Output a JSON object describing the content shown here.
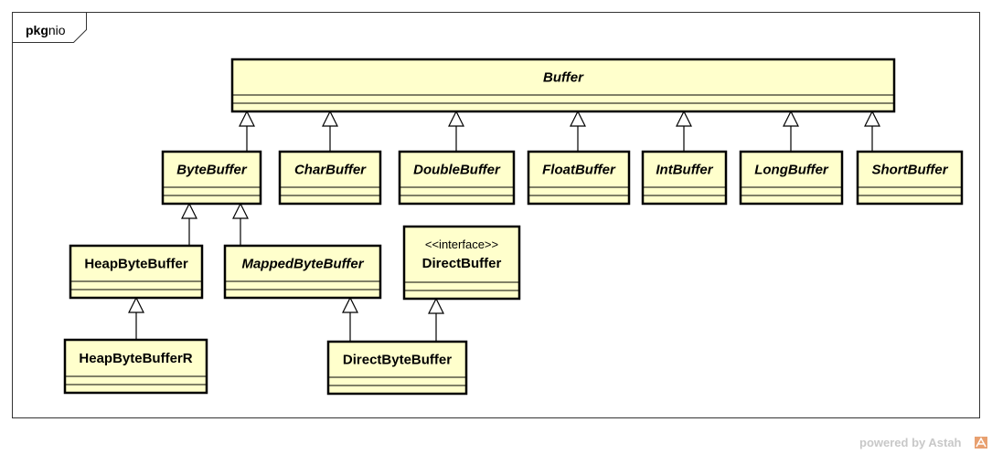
{
  "package": {
    "keyword": "pkg",
    "name": "nio"
  },
  "classes": [
    {
      "id": "Buffer",
      "name": "Buffer",
      "abstract": true
    },
    {
      "id": "ByteBuffer",
      "name": "ByteBuffer",
      "abstract": true
    },
    {
      "id": "CharBuffer",
      "name": "CharBuffer",
      "abstract": true
    },
    {
      "id": "DoubleBuffer",
      "name": "DoubleBuffer",
      "abstract": true
    },
    {
      "id": "FloatBuffer",
      "name": "FloatBuffer",
      "abstract": true
    },
    {
      "id": "IntBuffer",
      "name": "IntBuffer",
      "abstract": true
    },
    {
      "id": "LongBuffer",
      "name": "LongBuffer",
      "abstract": true
    },
    {
      "id": "ShortBuffer",
      "name": "ShortBuffer",
      "abstract": true
    },
    {
      "id": "HeapByteBuffer",
      "name": "HeapByteBuffer",
      "abstract": false
    },
    {
      "id": "MappedByteBuffer",
      "name": "MappedByteBuffer",
      "abstract": true
    },
    {
      "id": "DirectBuffer",
      "name": "DirectBuffer",
      "abstract": false,
      "stereotype": "<<interface>>"
    },
    {
      "id": "HeapByteBufferR",
      "name": "HeapByteBufferR",
      "abstract": false
    },
    {
      "id": "DirectByteBuffer",
      "name": "DirectByteBuffer",
      "abstract": false
    }
  ],
  "generalizations": [
    {
      "from": "ByteBuffer",
      "to": "Buffer"
    },
    {
      "from": "CharBuffer",
      "to": "Buffer"
    },
    {
      "from": "DoubleBuffer",
      "to": "Buffer"
    },
    {
      "from": "FloatBuffer",
      "to": "Buffer"
    },
    {
      "from": "IntBuffer",
      "to": "Buffer"
    },
    {
      "from": "LongBuffer",
      "to": "Buffer"
    },
    {
      "from": "ShortBuffer",
      "to": "Buffer"
    },
    {
      "from": "HeapByteBuffer",
      "to": "ByteBuffer"
    },
    {
      "from": "MappedByteBuffer",
      "to": "ByteBuffer"
    },
    {
      "from": "HeapByteBufferR",
      "to": "HeapByteBuffer"
    },
    {
      "from": "DirectByteBuffer",
      "to": "MappedByteBuffer"
    },
    {
      "from": "DirectByteBuffer",
      "to": "DirectBuffer"
    }
  ],
  "watermark": "powered by Astah",
  "colors": {
    "class_fill": "#ffffcc",
    "border": "#000000",
    "arrow_fill": "#ffffff",
    "watermark": "#c8c8c8",
    "logo": "#e8a070"
  }
}
